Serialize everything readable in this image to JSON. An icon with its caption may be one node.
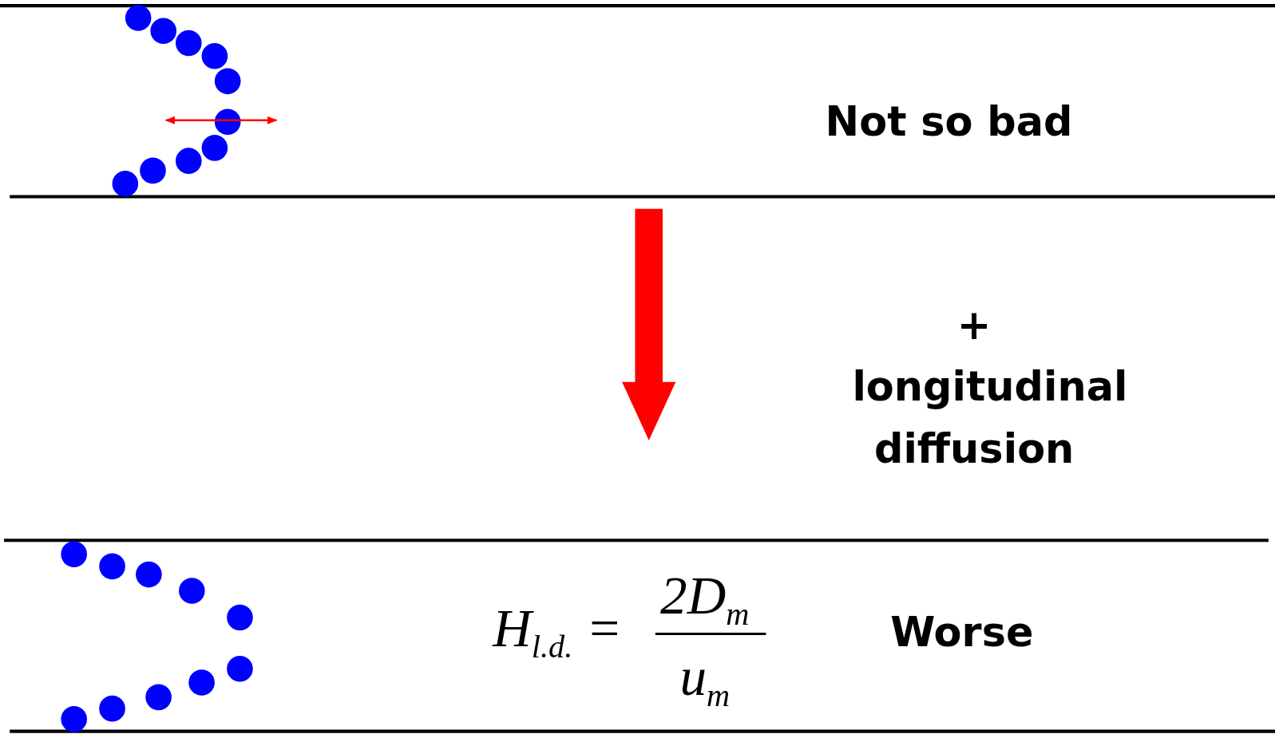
{
  "diagram": {
    "labels": [
      "Not so bad",
      "+ longitudinal diffusion",
      "H$_{l.d.}$ =",
      "2D$_{m}$",
      "u$_{m}$",
      "Worse"
    ]
  }
}
